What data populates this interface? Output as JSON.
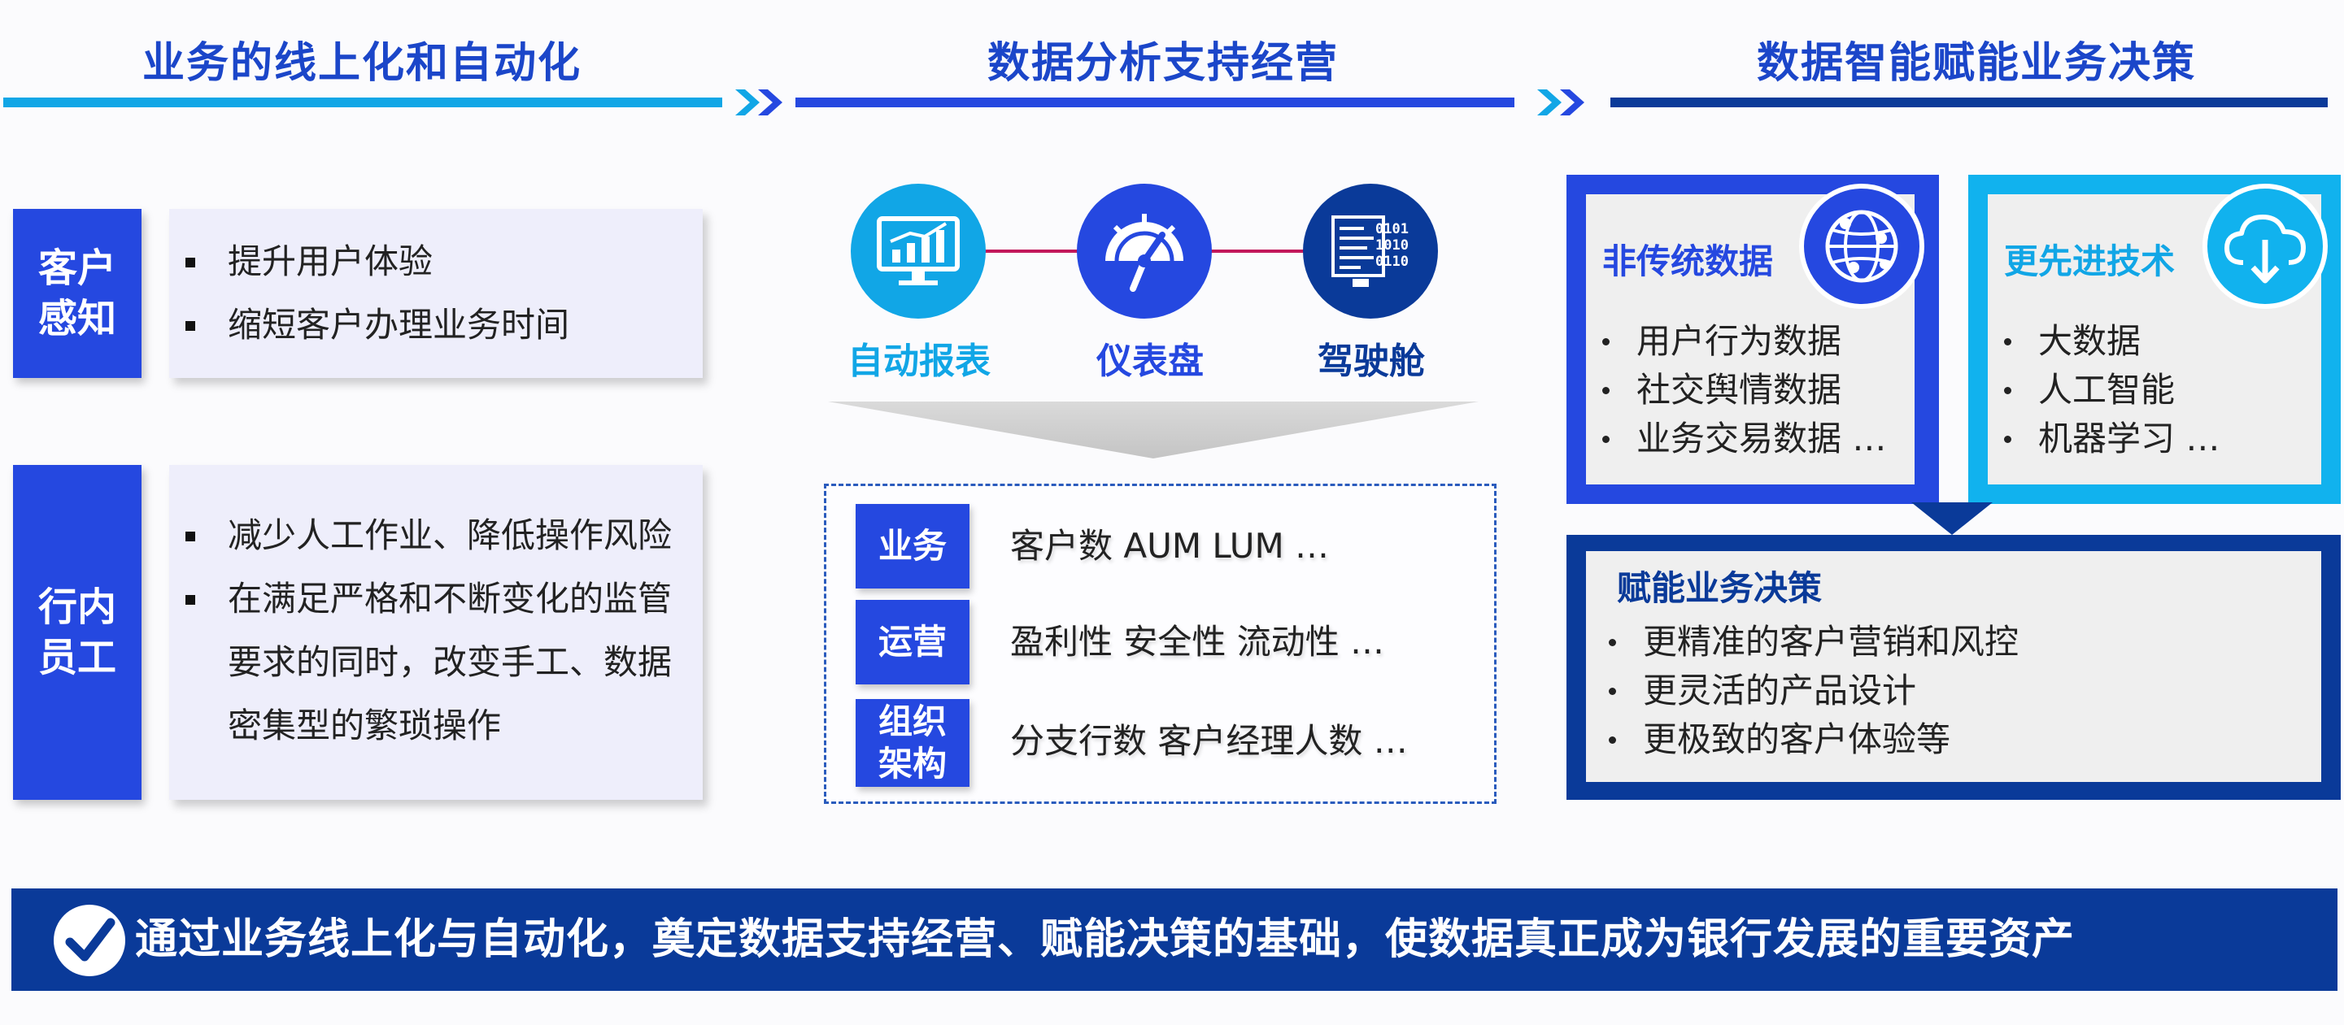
{
  "header": {
    "col1_title": "业务的线上化和自动化",
    "col2_title": "数据分析支持经营",
    "col3_title": "数据智能赋能业务决策"
  },
  "left": {
    "group1": {
      "label_line1": "客户",
      "label_line2": "感知",
      "items": [
        "提升用户体验",
        "缩短客户办理业务时间"
      ]
    },
    "group2": {
      "label_line1": "行内",
      "label_line2": "员工",
      "items": [
        "减少人工作业、降低操作风险",
        "在满足严格和不断变化的监管",
        "要求的同时，改变手工、数据",
        "密集型的繁琐操作"
      ]
    }
  },
  "middle": {
    "tools": [
      {
        "label": "自动报表",
        "icon": "report-monitor-icon"
      },
      {
        "label": "仪表盘",
        "icon": "dashboard-gauge-icon"
      },
      {
        "label": "驾驶舱",
        "icon": "cockpit-data-screen-icon"
      }
    ],
    "rows": [
      {
        "tag": "业务",
        "text": "客户数  AUM  LUM  …"
      },
      {
        "tag": "运营",
        "text": "盈利性  安全性  流动性  …"
      },
      {
        "tag_line1": "组织",
        "tag_line2": "架构",
        "text": "分支行数  客户经理人数 …"
      }
    ]
  },
  "right": {
    "nontraditional": {
      "title": "非传统数据",
      "icon": "globe-network-icon",
      "items": [
        "用户行为数据",
        "社交舆情数据",
        "业务交易数据 …"
      ]
    },
    "advanced": {
      "title": "更先进技术",
      "icon": "cloud-download-icon",
      "items": [
        "大数据",
        "人工智能",
        "机器学习 …"
      ]
    },
    "decision": {
      "title": "赋能业务决策",
      "items": [
        "更精准的客户营销和风控",
        "更灵活的产品设计",
        "更极致的客户体验等"
      ]
    }
  },
  "footer": {
    "icon": "checkmark-icon",
    "text": "通过业务线上化与自动化，奠定数据支持经营、赋能决策的基础，使数据真正成为银行发展的重要资产"
  },
  "colors": {
    "title_blue": "#1b46c9",
    "royal_blue": "#2548e0",
    "light_blue": "#1ab0ec",
    "navy": "#0a3a99",
    "magenta_link": "#c2185b"
  }
}
